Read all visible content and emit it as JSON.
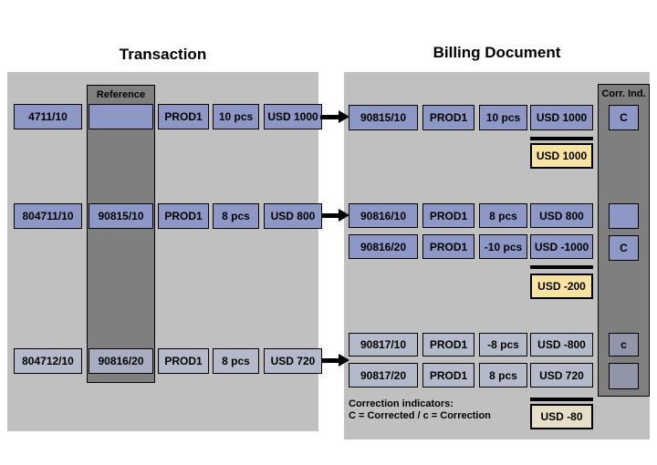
{
  "header": {
    "left_title": "Transaction",
    "right_title": "Billing Document"
  },
  "transaction_panel": {
    "reference_header": "Reference",
    "rows": [
      {
        "doc": "4711/10",
        "reference": "",
        "product": "PROD1",
        "qty": "10 pcs",
        "amount": "USD 1000"
      },
      {
        "doc": "804711/10",
        "reference": "90815/10",
        "product": "PROD1",
        "qty": "8 pcs",
        "amount": "USD 800"
      },
      {
        "doc": "804712/10",
        "reference": "90816/20",
        "product": "PROD1",
        "qty": "8 pcs",
        "amount": "USD 720"
      }
    ]
  },
  "billing_panel": {
    "corr_header": "Corr. Ind.",
    "rows": [
      {
        "item": "90815/10",
        "product": "PROD1",
        "qty": "10 pcs",
        "amount": "USD 1000",
        "corr": "C"
      },
      {
        "item": "90816/10",
        "product": "PROD1",
        "qty": "8 pcs",
        "amount": "USD 800",
        "corr": ""
      },
      {
        "item": "90816/20",
        "product": "PROD1",
        "qty": "-10 pcs",
        "amount": "USD -1000",
        "corr": "C"
      },
      {
        "item": "90817/10",
        "product": "PROD1",
        "qty": "-8 pcs",
        "amount": "USD -800",
        "corr": "c"
      },
      {
        "item": "90817/20",
        "product": "PROD1",
        "qty": "8 pcs",
        "amount": "USD 720",
        "corr": ""
      }
    ],
    "totals": [
      {
        "label": "USD 1000"
      },
      {
        "label": "USD -200"
      },
      {
        "label": "USD -80"
      }
    ],
    "legend_line1": "Correction indicators:",
    "legend_line2": "C = Corrected / c = Correction"
  },
  "colors": {
    "panel_bg": "#c0c0c0",
    "band_bg": "#7f7f7f",
    "item_blue": "#8e98c6",
    "item_gray": "#b4bac9",
    "item_gray_dark": "#a8aec0",
    "corr_gray": "#9095a8",
    "total_yellow": "#f9e3a1",
    "total_pale": "#e6dfc7"
  }
}
